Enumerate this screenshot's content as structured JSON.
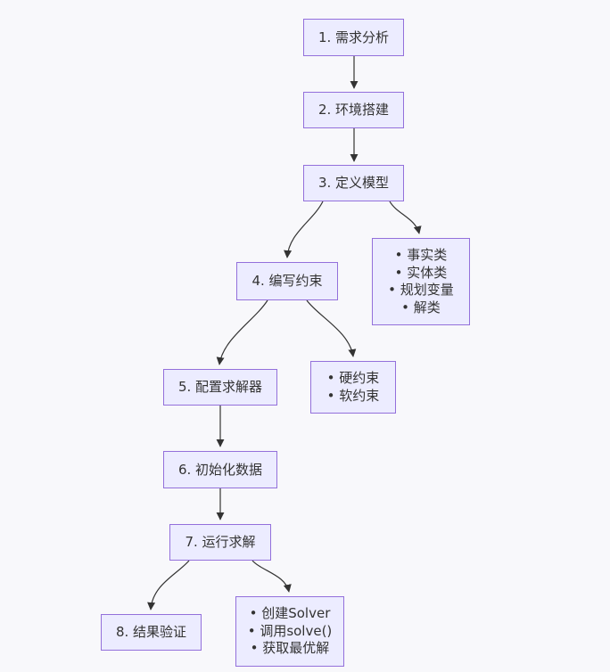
{
  "diagram": {
    "type": "flowchart",
    "direction": "top-down",
    "colors": {
      "background": "#f8f8fb",
      "node_fill": "#ececff",
      "node_border": "#9370db",
      "edge": "#333333",
      "text": "#333333"
    },
    "steps": [
      {
        "label": "1. 需求分析"
      },
      {
        "label": "2. 环境搭建"
      },
      {
        "label": "3. 定义模型"
      },
      {
        "label": "4. 编写约束"
      },
      {
        "label": "5. 配置求解器"
      },
      {
        "label": "6. 初始化数据"
      },
      {
        "label": "7. 运行求解"
      },
      {
        "label": "8. 结果验证"
      }
    ],
    "details": [
      {
        "name": "model-classes",
        "items": [
          "事实类",
          "实体类",
          "规划变量",
          "解类"
        ]
      },
      {
        "name": "constraint-types",
        "items": [
          "硬约束",
          "软约束"
        ]
      },
      {
        "name": "solver-calls",
        "items": [
          "创建Solver",
          "调用solve()",
          "获取最优解"
        ]
      }
    ],
    "edges": [
      {
        "from": "1. 需求分析",
        "to": "2. 环境搭建"
      },
      {
        "from": "2. 环境搭建",
        "to": "3. 定义模型"
      },
      {
        "from": "3. 定义模型",
        "to": "4. 编写约束"
      },
      {
        "from": "3. 定义模型",
        "to": "detail-model-classes"
      },
      {
        "from": "4. 编写约束",
        "to": "5. 配置求解器"
      },
      {
        "from": "4. 编写约束",
        "to": "detail-constraint-types"
      },
      {
        "from": "5. 配置求解器",
        "to": "6. 初始化数据"
      },
      {
        "from": "6. 初始化数据",
        "to": "7. 运行求解"
      },
      {
        "from": "7. 运行求解",
        "to": "8. 结果验证"
      },
      {
        "from": "7. 运行求解",
        "to": "detail-solver-calls"
      }
    ]
  }
}
